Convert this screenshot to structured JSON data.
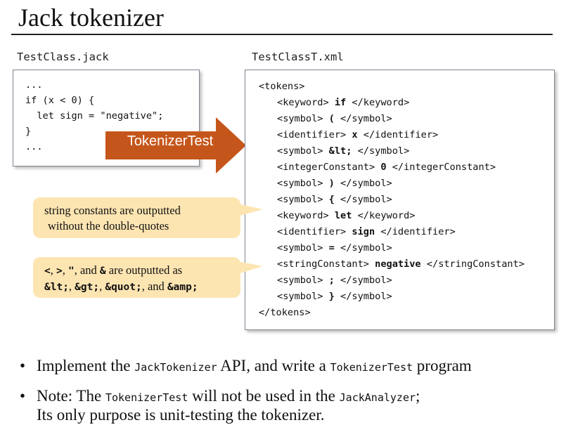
{
  "title": "Jack tokenizer",
  "left_file": {
    "name": "TestClass.jack",
    "lines": [
      "...",
      "if (x < 0) {",
      "  let sign = \"negative\";",
      "}",
      "..."
    ]
  },
  "right_file": {
    "name": "TestClassT.xml",
    "open_tag": "<tokens>",
    "tokens": [
      {
        "tag": "keyword",
        "value": "if"
      },
      {
        "tag": "symbol",
        "value": "("
      },
      {
        "tag": "identifier",
        "value": "x"
      },
      {
        "tag": "symbol",
        "value": "&lt;"
      },
      {
        "tag": "integerConstant",
        "value": "0"
      },
      {
        "tag": "symbol",
        "value": ")"
      },
      {
        "tag": "symbol",
        "value": "{"
      },
      {
        "tag": "keyword",
        "value": "let"
      },
      {
        "tag": "identifier",
        "value": "sign"
      },
      {
        "tag": "symbol",
        "value": "="
      },
      {
        "tag": "stringConstant",
        "value": "negative"
      },
      {
        "tag": "symbol",
        "value": ";"
      },
      {
        "tag": "symbol",
        "value": "}"
      }
    ],
    "close_tag": "</tokens>"
  },
  "arrow": {
    "label": "TokenizerTest",
    "color": "#c5561b"
  },
  "callout_color": "#fde5b2",
  "callout1": {
    "line1": "string constants are outputted",
    "line2": "without the double-quotes"
  },
  "callout2": {
    "l1_sym1": "<",
    "l1_sep1": ", ",
    "l1_sym2": ">",
    "l1_sep2": ", ",
    "l1_sym3": "\"",
    "l1_sep3": ", and ",
    "l1_sym4": "&",
    "l1_tail": " are outputted as",
    "l2_c1": "&lt;",
    "l2_s1": ", ",
    "l2_c2": "&gt;",
    "l2_s2": ", ",
    "l2_c3": "&quot;",
    "l2_s3": ", and ",
    "l2_c4": "&amp;"
  },
  "bullets": [
    {
      "a": "Implement the ",
      "b": "JackTokenizer",
      "c": " API, and write a ",
      "d": "TokenizerTest",
      "e": " program"
    },
    {
      "a": "Note: The ",
      "b": "TokenizerTest",
      "c": " will not be used in the ",
      "d": "JackAnalyzer",
      "e": ";",
      "line2": "Its only purpose is unit-testing the tokenizer."
    }
  ],
  "bullet_char": "•"
}
